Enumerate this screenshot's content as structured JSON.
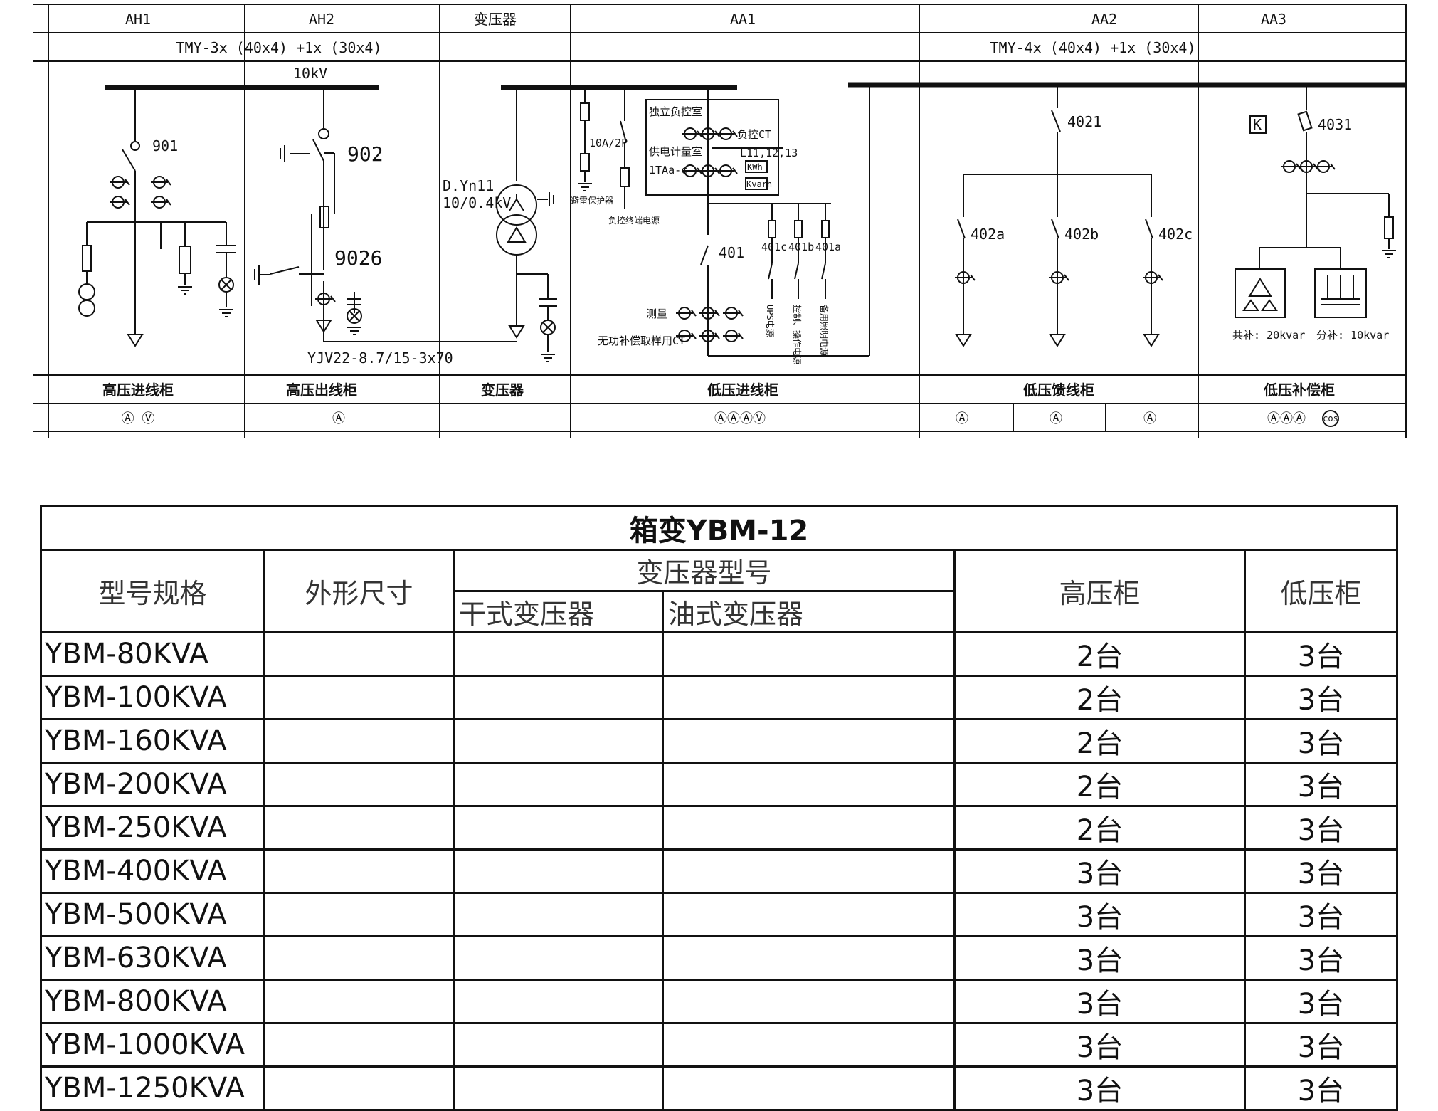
{
  "diagram": {
    "headers": [
      "AH1",
      "AH2",
      "变压器",
      "AA1",
      "AA2",
      "AA3"
    ],
    "bus_hv": "TMY-3x (40x4) +1x (30x4)",
    "bus_lv": "TMY-4x (40x4) +1x (30x4)",
    "voltage": "10kV",
    "labels": {
      "s901": "901",
      "s902": "902",
      "s9026": "9026",
      "cable": "YJV22-8.7/15-3x70",
      "dyn11": "D.Yn11",
      "ratio": "10/0.4kV",
      "fuse": "10A/2P",
      "surge": "避雷保护器",
      "meter_room": "供电计量室",
      "l_lines": "L11,12,13",
      "ct_tag": "1TAa-c",
      "kwh": "KWh",
      "kvarh": "Kvarh",
      "load_room": "独立负控室",
      "load_ct": "负控CT",
      "load_ctrl": "负控终端电源",
      "s401": "401",
      "s401a": "401a",
      "s401b": "401b",
      "s401c": "401c",
      "ups": "UPS电源",
      "ctrl_power": "控制、操作电源",
      "spare_power": "备用照明电源",
      "measure": "测量",
      "reactive_ct": "无功补偿取样用CT",
      "s4021": "4021",
      "s402a": "402a",
      "s402b": "402b",
      "s402c": "402c",
      "s4031": "4031",
      "k": "K",
      "comp_common": "共补: 20kvar",
      "comp_split": "分补: 10kvar"
    },
    "cabinets": [
      "高压进线柜",
      "高压出线柜",
      "变压器",
      "低压进线柜",
      "低压馈线柜",
      "低压补偿柜"
    ],
    "meters": {
      "ah1": "Ⓐ Ⓥ",
      "ah2": "Ⓐ",
      "aa1": "ⒶⒶⒶⓋ",
      "aa2a": "Ⓐ",
      "aa2b": "Ⓐ",
      "aa2c": "Ⓐ",
      "aa3": "ⒶⒶⒶ",
      "aa3_cos": "cos"
    }
  },
  "table": {
    "title": "箱变YBM-12",
    "col_model": "型号规格",
    "col_size": "外形尺寸",
    "col_transformer": "变压器型号",
    "col_dry": "干式变压器",
    "col_oil": "油式变压器",
    "col_hv": "高压柜",
    "col_lv": "低压柜",
    "rows": [
      {
        "model": "YBM-80KVA",
        "size": "",
        "dry": "",
        "oil": "",
        "hv": "2台",
        "lv": "3台"
      },
      {
        "model": "YBM-100KVA",
        "size": "",
        "dry": "",
        "oil": "",
        "hv": "2台",
        "lv": "3台"
      },
      {
        "model": "YBM-160KVA",
        "size": "",
        "dry": "",
        "oil": "",
        "hv": "2台",
        "lv": "3台"
      },
      {
        "model": "YBM-200KVA",
        "size": "",
        "dry": "",
        "oil": "",
        "hv": "2台",
        "lv": "3台"
      },
      {
        "model": "YBM-250KVA",
        "size": "",
        "dry": "",
        "oil": "",
        "hv": "2台",
        "lv": "3台"
      },
      {
        "model": "YBM-400KVA",
        "size": "",
        "dry": "",
        "oil": "",
        "hv": "3台",
        "lv": "3台"
      },
      {
        "model": "YBM-500KVA",
        "size": "",
        "dry": "",
        "oil": "",
        "hv": "3台",
        "lv": "3台"
      },
      {
        "model": "YBM-630KVA",
        "size": "",
        "dry": "",
        "oil": "",
        "hv": "3台",
        "lv": "3台"
      },
      {
        "model": "YBM-800KVA",
        "size": "",
        "dry": "",
        "oil": "",
        "hv": "3台",
        "lv": "3台"
      },
      {
        "model": "YBM-1000KVA",
        "size": "",
        "dry": "",
        "oil": "",
        "hv": "3台",
        "lv": "3台"
      },
      {
        "model": "YBM-1250KVA",
        "size": "",
        "dry": "",
        "oil": "",
        "hv": "3台",
        "lv": "3台"
      }
    ]
  }
}
